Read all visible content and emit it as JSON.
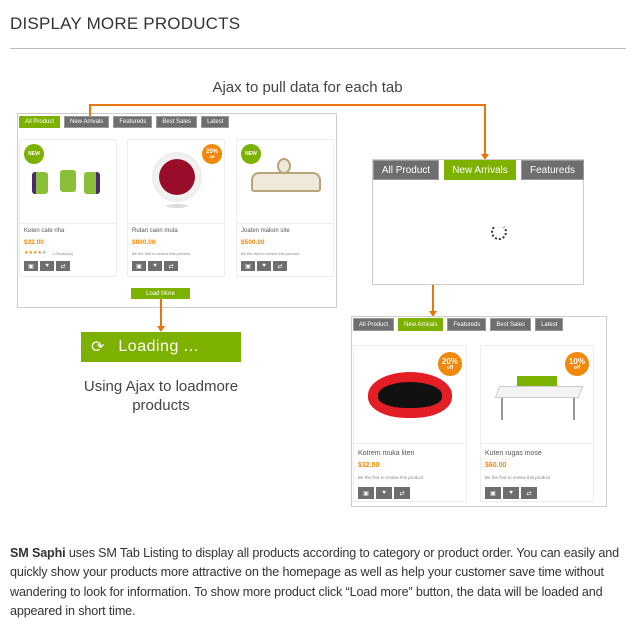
{
  "header": {
    "title": "DISPLAY MORE PRODUCTS"
  },
  "captions": {
    "ajax_tabs": "Ajax to pull data for each tab",
    "ajax_loadmore": "Using Ajax to loadmore products"
  },
  "tabs": [
    "All Product",
    "New Arrivals",
    "Featureds",
    "Best Sales",
    "Latest"
  ],
  "panel_all": {
    "active_tab": "All Product",
    "products": [
      {
        "name": "Kuten cate riha",
        "price": "$32.00",
        "badge": "NEW",
        "review": "1 Review(s)",
        "rating": 4
      },
      {
        "name": "Rutan caon muta",
        "price": "$800.00",
        "badge": "20%",
        "badge_sub": "off",
        "review": "Be the first to review this product"
      },
      {
        "name": "Joaten makon site",
        "price": "$500.00",
        "badge": "NEW",
        "review": "Be the first to review this product"
      }
    ],
    "load_more": "Load More"
  },
  "loading": {
    "label": "Loading ..."
  },
  "panel_switch": {
    "tabs": [
      "All Product",
      "New Arrivals",
      "Featureds"
    ],
    "active_tab": "New Arrivals"
  },
  "panel_new": {
    "active_tab": "New Arrivals",
    "products": [
      {
        "name": "Kotrem muka liten",
        "price": "$32.00",
        "badge": "20%",
        "badge_sub": "off",
        "review": "Be the first to review this product"
      },
      {
        "name": "Kuten rugas mose",
        "price": "$60.00",
        "badge": "10%",
        "badge_sub": "off",
        "review": "Be the first to review this product"
      }
    ]
  },
  "description": {
    "brand": "SM Saphi",
    "text": " uses SM Tab Listing to display all products according to category or product order. You can easily and quickly show your products more attractive on the homepage as well as help your customer save time without wandering to look for information. To show more product click “Load more” button, the data will be loaded and appeared in short time."
  },
  "colors": {
    "accent": "#7cb100",
    "orange": "#f0890a",
    "tab_gray": "#6e6e6e"
  }
}
